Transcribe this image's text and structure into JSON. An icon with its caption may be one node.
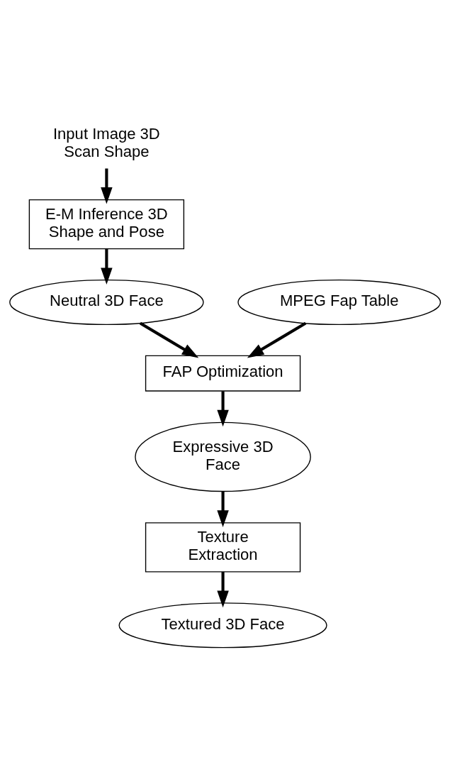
{
  "diagram": {
    "nodes": [
      {
        "text": [
          "Input Image 3D Scan Shape"
        ]
      },
      {
        "text": [
          "E-M Inference 3D Shape and Pose"
        ]
      },
      {
        "text": [
          "MPEG Fap Table"
        ]
      },
      {
        "text": [
          "Neutral 3D Face"
        ]
      },
      {
        "text": [
          "FAP Optimization"
        ]
      },
      {
        "text": [
          "Expressive 3D Face"
        ]
      },
      {
        "text": [
          "Texture Extraction"
        ]
      },
      {
        "text": [
          "Textured 3D Face"
        ]
      }
    ],
    "edges": [
      {
        "from": 0,
        "to": 1,
        "arrow": "to"
      },
      {
        "from": 1,
        "to": 3,
        "arrow": "to"
      },
      {
        "from": 3,
        "to": 4,
        "arrow": "to"
      },
      {
        "from": 2,
        "to": 4,
        "arrow": "to"
      },
      {
        "from": 4,
        "to": 5,
        "arrow": "to"
      },
      {
        "from": 5,
        "to": 6,
        "arrow": "to"
      },
      {
        "from": 6,
        "to": 7,
        "arrow": "to"
      }
    ]
  }
}
